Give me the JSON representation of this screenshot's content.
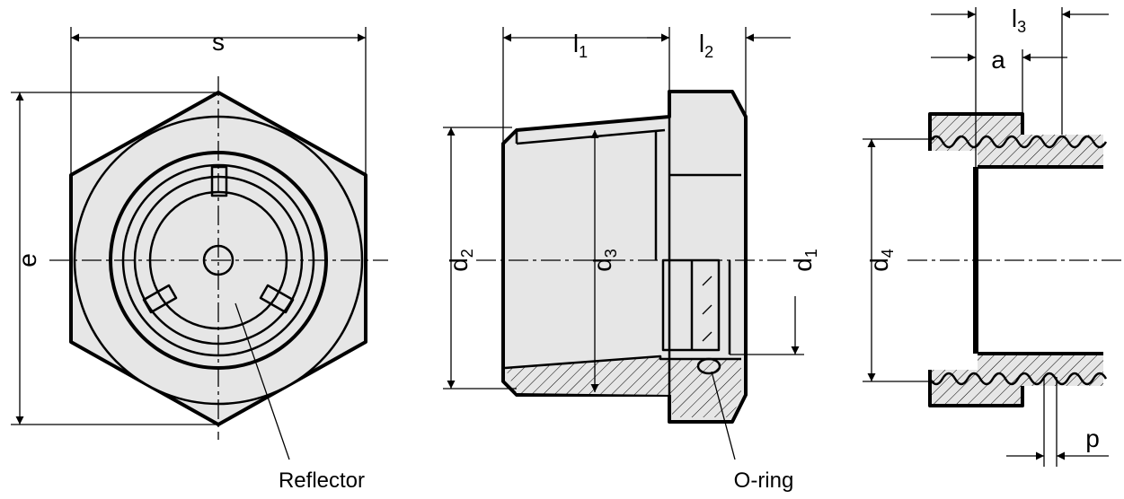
{
  "dimensions": {
    "s": "s",
    "e": "e",
    "d2": {
      "base": "d",
      "sub": "2"
    },
    "d3": {
      "base": "d",
      "sub": "3"
    },
    "d1": {
      "base": "d",
      "sub": "1"
    },
    "d4": {
      "base": "d",
      "sub": "4"
    },
    "l1": {
      "base": "l",
      "sub": "1"
    },
    "l2": {
      "base": "l",
      "sub": "2"
    },
    "l3": {
      "base": "l",
      "sub": "3"
    },
    "a": "a",
    "p": "p"
  },
  "callouts": {
    "reflector": "Reflector",
    "o_ring": "O-ring"
  },
  "colors": {
    "line": "#000000",
    "fill": "#e6e6e6",
    "background": "#ffffff"
  }
}
